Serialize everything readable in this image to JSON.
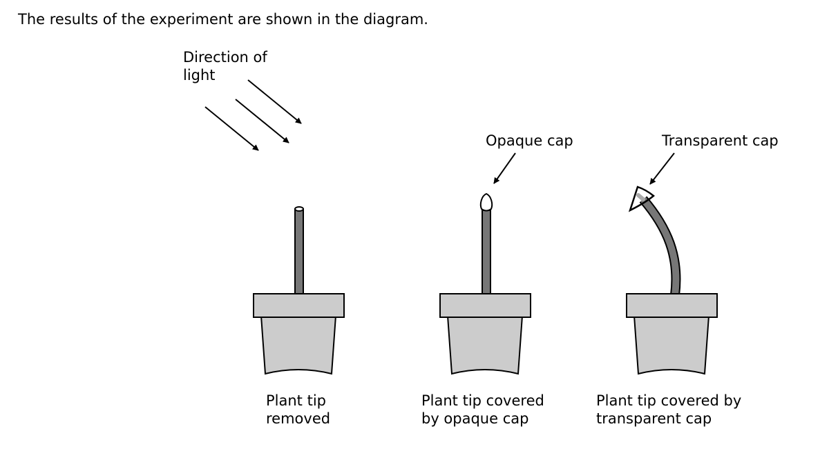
{
  "intro": "The results of the experiment are shown in the diagram.",
  "labels": {
    "light_line1": "Direction of",
    "light_line2": "light",
    "opaque_cap": "Opaque cap",
    "transparent_cap": "Transparent cap"
  },
  "plants": [
    {
      "caption_line1": "Plant tip",
      "caption_line2": "removed"
    },
    {
      "caption_line1": "Plant tip covered",
      "caption_line2": "by opaque cap"
    },
    {
      "caption_line1": "Plant tip covered by",
      "caption_line2": "transparent cap"
    }
  ],
  "colors": {
    "pot_fill": "#cccccc",
    "stem_fill": "#777777",
    "outline": "#000000"
  }
}
